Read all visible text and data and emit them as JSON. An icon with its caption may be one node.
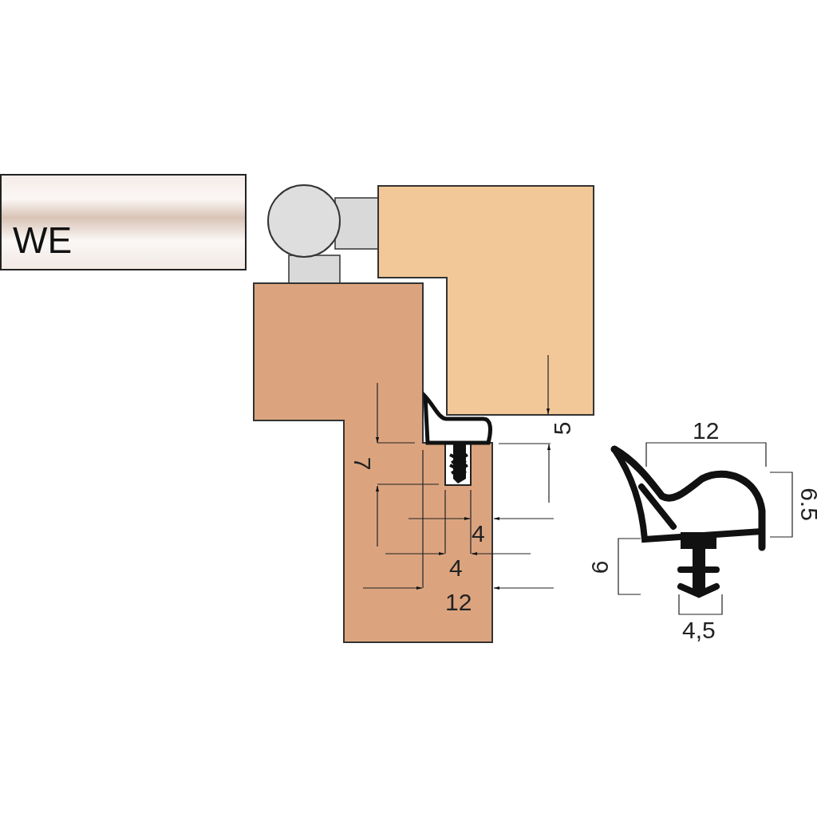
{
  "diagram": {
    "nodes": [
      {
        "text": [
          "WE"
        ]
      }
    ],
    "labels": [
      "5",
      "7",
      "4",
      "4",
      "12",
      "12",
      "6.5",
      "6",
      "4,5"
    ]
  }
}
